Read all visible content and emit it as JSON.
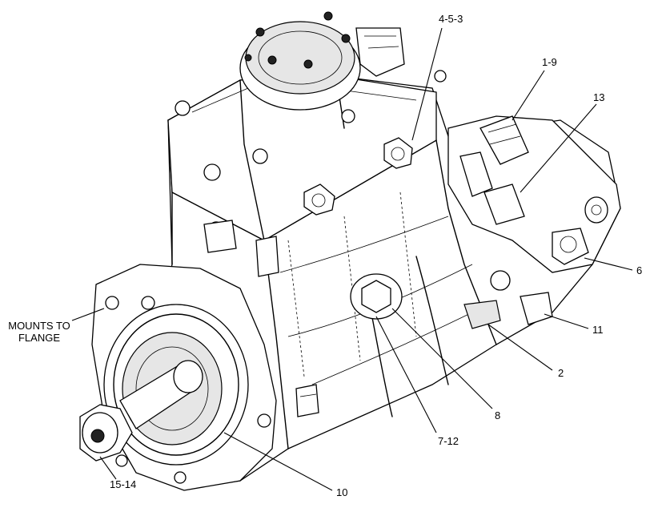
{
  "labels": {
    "l_4_5_3": "4-5-3",
    "l_1_9": "1-9",
    "l_13": "13",
    "l_6": "6",
    "l_11": "11",
    "l_2": "2",
    "l_8": "8",
    "l_7_12": "7-12",
    "l_10": "10",
    "l_15_14": "15-14",
    "l_mounts": "MOUNTS TO FLANGE"
  }
}
